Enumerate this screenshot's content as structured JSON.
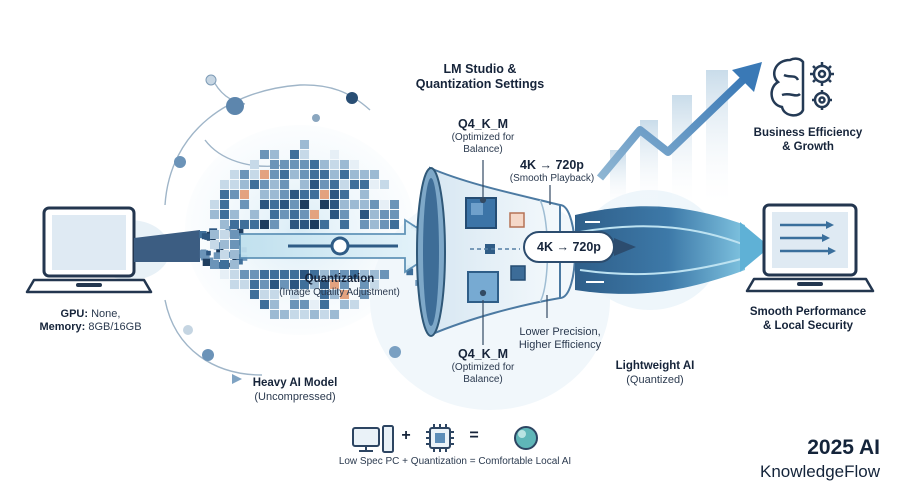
{
  "settings": {
    "title_line1": "LM Studio &",
    "title_line2": "Quantization Settings",
    "top_format": "Q4_K_M",
    "top_desc_line1": "(Optimized for",
    "top_desc_line2": "Balance)",
    "resolution": "4K → 720p",
    "resolution_desc": "(Smooth Playback)",
    "pipe_label": "4K → 720p",
    "bottom_format": "Q4_K_M",
    "bottom_desc_line1": "(Optimized for",
    "bottom_desc_line2": "Balance)",
    "precision_line1": "Lower Precision,",
    "precision_line2": "Higher Efficiency"
  },
  "left_pc": {
    "spec_gpu_label": "GPU:",
    "spec_gpu_value": "None,",
    "spec_mem_label": "Memory:",
    "spec_mem_value": "8GB/16GB"
  },
  "quantization": {
    "label": "Quantization",
    "sublabel": "(Image Quality Adjustment)"
  },
  "heavy_model": {
    "label": "Heavy AI Model",
    "sublabel": "(Uncompressed)"
  },
  "light_model": {
    "label": "Lightweight AI",
    "sublabel": "(Quantized)"
  },
  "business": {
    "line1": "Business Efficiency",
    "line2": "& Growth"
  },
  "right_pc": {
    "line1": "Smooth Performance",
    "line2": "& Local Security"
  },
  "formula": {
    "plus": "+",
    "equals": "=",
    "caption": "Low Spec PC + Quantization = Comfortable Local AI"
  },
  "brand": {
    "year": "2025 AI",
    "name": "KnowledgeFlow"
  },
  "colors": {
    "navy": "#1f3b5c",
    "steel": "#3f6f9a",
    "light_blue": "#cfe3f1",
    "orange": "#e58a5a",
    "cyan": "#59b6d6"
  },
  "icons": {
    "left_laptop": "laptop-icon",
    "right_laptop": "laptop-icon",
    "brain": "brain-icon",
    "gears": "gear-icon",
    "growth": "trend-arrow-icon",
    "desktop": "desktop-pc-icon",
    "chip": "cpu-chip-icon",
    "orb": "ai-orb-icon"
  }
}
